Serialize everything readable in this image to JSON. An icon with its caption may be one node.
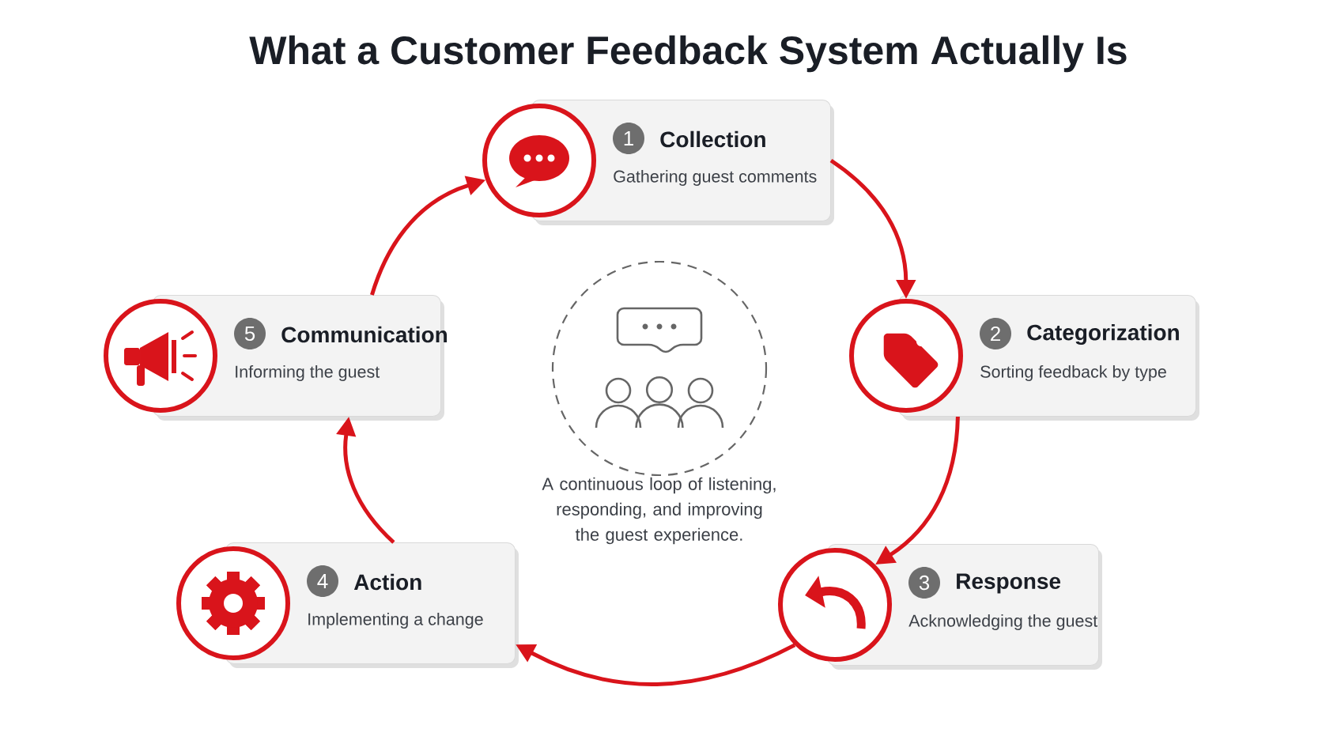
{
  "diagram": {
    "title": "What a Customer Feedback System Actually Is",
    "nodes": [
      {
        "text": [
          "1",
          "Collection",
          "Gathering guest comments"
        ]
      },
      {
        "text": [
          "2",
          "Categorization",
          "Sorting feedback by type"
        ]
      },
      {
        "text": [
          "3",
          "Response",
          "Acknowledging the guest"
        ]
      },
      {
        "text": [
          "4",
          "Action",
          "Implementing a change"
        ]
      },
      {
        "text": [
          "5",
          "Communication",
          "Informing the guest"
        ]
      }
    ],
    "edges": [
      {
        "from": 0,
        "to": 1,
        "arrow": "to"
      },
      {
        "from": 1,
        "to": 2,
        "arrow": "to"
      },
      {
        "from": 2,
        "to": 3,
        "arrow": "to"
      },
      {
        "from": 3,
        "to": 4,
        "arrow": "to"
      },
      {
        "from": 4,
        "to": 0,
        "arrow": "to"
      }
    ],
    "labels": [
      "A continuous loop of listening, responding, and improving the guest experience."
    ]
  }
}
